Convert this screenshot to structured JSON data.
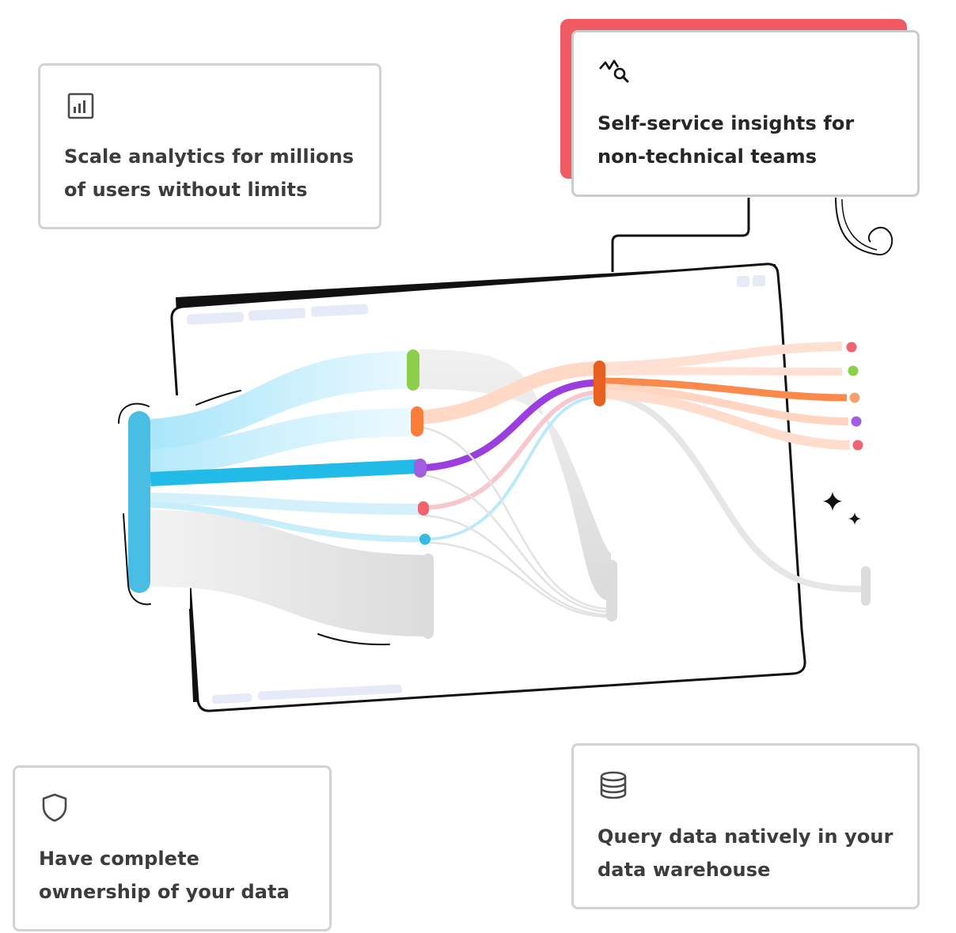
{
  "cards": {
    "scale": {
      "text": "Scale analytics for millions of users without limits",
      "icon": "bar-chart-icon"
    },
    "selfservice": {
      "text": "Self-service insights for non-technical teams",
      "icon": "trend-search-icon"
    },
    "ownership": {
      "text": "Have complete ownership of your data",
      "icon": "shield-icon"
    },
    "query": {
      "text": "Query data natively in your data warehouse",
      "icon": "database-icon"
    }
  },
  "colors": {
    "accent_red": "#f05b63",
    "cyan": "#22bbe8",
    "purple": "#9a3ee0",
    "orange": "#fa7e3a",
    "green": "#8bcf4a",
    "pink": "#ef6470",
    "gray": "#d9d9d9"
  }
}
